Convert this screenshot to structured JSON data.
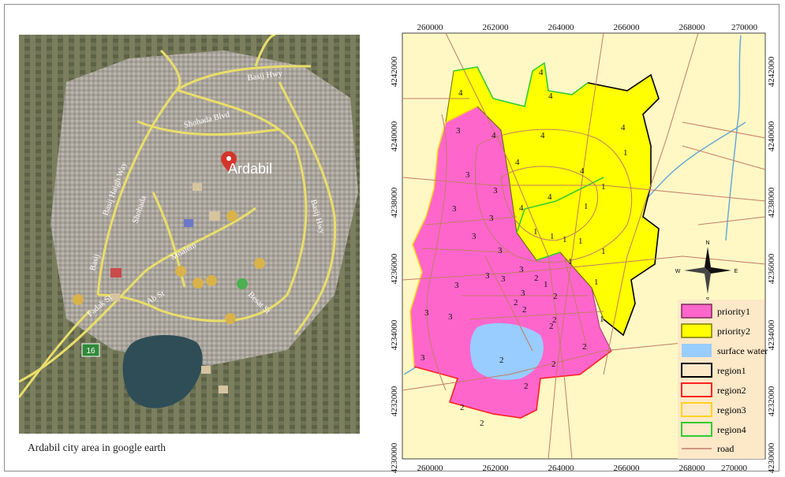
{
  "left_panel": {
    "caption": "Ardabil city area in google earth",
    "city_label": "Ardabil",
    "road_labels": {
      "basij_hwy_top": "Basij Hwy",
      "shohada_blvd": "Shohada Blvd",
      "basij_haighway": "Basij Haigh Way",
      "basij_hwy_right": "Basij Hwy",
      "shohada": "Shohada",
      "moallem": "Moalem",
      "basij": "Basij",
      "basat_st": "Besat St",
      "ab_st": "Ab St",
      "fadak_st": "Fadak St"
    },
    "route_shield": "16"
  },
  "right_panel": {
    "x_ticks_top": [
      "260000",
      "262000",
      "264000",
      "266000",
      "268000",
      "270000"
    ],
    "x_ticks_bottom": [
      "260000",
      "262000",
      "264000",
      "266000",
      "268000",
      "270000"
    ],
    "y_ticks_left": [
      "4242000",
      "4240000",
      "4238000",
      "4236000",
      "4234000",
      "4232000",
      "4230000"
    ],
    "y_ticks_right": [
      "4242000",
      "4240000",
      "4238000",
      "4236000",
      "4234000",
      "4232000",
      "4230000"
    ],
    "region_numbers": {
      "r4": [
        "4",
        "4",
        "4",
        "4",
        "4",
        "4",
        "4",
        "4",
        "4",
        "4"
      ],
      "r1": [
        "1",
        "1",
        "1",
        "1",
        "1",
        "1",
        "1",
        "1",
        "1",
        "1",
        "1",
        "1"
      ],
      "r3": [
        "3",
        "3",
        "3",
        "3",
        "3",
        "3",
        "3",
        "3",
        "3",
        "3",
        "3",
        "3",
        "3",
        "3",
        "3"
      ],
      "r2": [
        "2",
        "2",
        "2",
        "2",
        "2",
        "2",
        "2",
        "2",
        "2",
        "2",
        "2",
        "2"
      ]
    },
    "compass": {
      "n": "N",
      "s": "S",
      "e": "E",
      "w": "W"
    },
    "legend": [
      {
        "label": "priority1",
        "fill": "#ff66cc",
        "stroke": "#7a2a55"
      },
      {
        "label": "priority2",
        "fill": "#ffff00",
        "stroke": "#7a7a00"
      },
      {
        "label": "surface water",
        "fill": "#99ccff",
        "stroke": "#99ccff"
      },
      {
        "label": "region1",
        "fill": "none",
        "stroke": "#000000"
      },
      {
        "label": "region2",
        "fill": "none",
        "stroke": "#ff2222"
      },
      {
        "label": "region3",
        "fill": "none",
        "stroke": "#ffd21f"
      },
      {
        "label": "region4",
        "fill": "none",
        "stroke": "#33cc33"
      },
      {
        "label": "road",
        "fill": "line",
        "stroke": "#c27b66"
      }
    ]
  },
  "colors": {
    "background_map": "#fff8c4",
    "priority1": "#ff66cc",
    "priority2": "#ffff00",
    "water": "#99ccff",
    "road": "#c27b66"
  }
}
